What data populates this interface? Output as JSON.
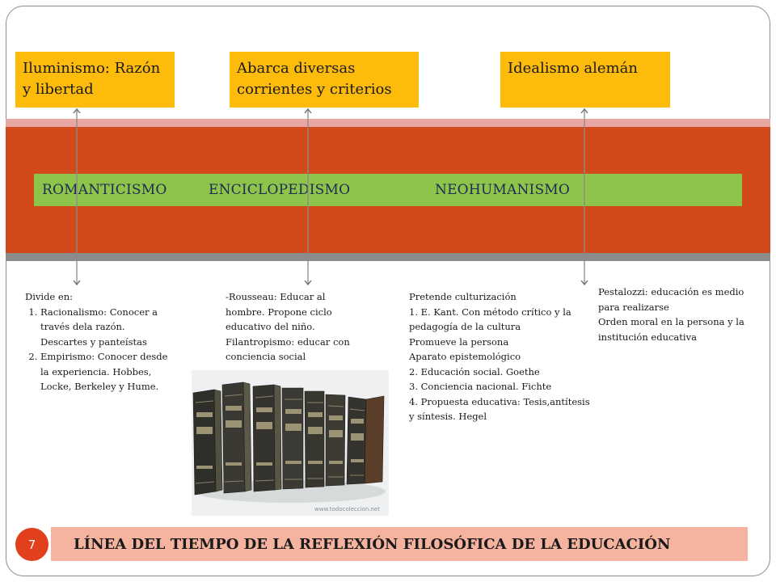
{
  "top_boxes": [
    {
      "text": "Iluminismo: Razón y libertad"
    },
    {
      "text": "Abarca diversas corrientes y criterios"
    },
    {
      "text": "Idealismo alemán"
    }
  ],
  "timeline_labels": [
    "ROMANTICISMO",
    "ENCICLOPEDISMO",
    "NEOHUMANISMO"
  ],
  "descriptions": {
    "romanticismo": {
      "intro": "Divide en:",
      "items": [
        "Racionalismo: Conocer a través dela razón. Descartes y panteístas",
        "Empirismo: Conocer desde la experiencia. Hobbes, Locke, Berkeley y Hume."
      ]
    },
    "enciclopedismo": {
      "lines": [
        "-Rousseau: Educar al hombre. Propone ciclo educativo del niño.",
        "Filantropismo: educar con conciencia social"
      ]
    },
    "neohumanismo": {
      "lines": [
        "Pretende culturización",
        "1. E. Kant. Con método crítico y la pedagogía de la cultura",
        "Promueve la persona",
        "Aparato epistemológico",
        "2. Educación social. Goethe",
        "3. Conciencia nacional. Fichte",
        "4. Propuesta educativa: Tesis,antítesis y síntesis. Hegel"
      ]
    },
    "pestalozzi": {
      "lines": [
        "Pestalozzi: educación es medio para realizarse",
        "Orden moral en la persona y la institución educativa"
      ]
    }
  },
  "image_watermark": "www.todocoleccion.net",
  "footer": {
    "page_number": "7",
    "title": "LÍNEA DEL TIEMPO DE LA REFLEXIÓN FILOSÓFICA DE LA EDUCACIÓN"
  },
  "colors": {
    "orange_box": "#fdbb0c",
    "timeline_band": "#d24a1b",
    "green_bar": "#8dc449",
    "footer_bar": "#f5b3a0",
    "page_circle": "#e2401c"
  }
}
